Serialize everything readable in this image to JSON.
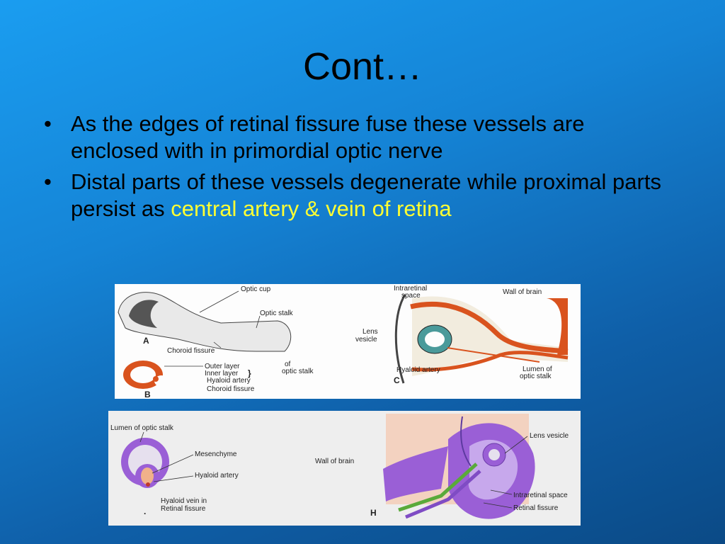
{
  "slide": {
    "title": "Cont…",
    "bullets": [
      {
        "text": "As the edges of retinal fissure fuse these vessels are enclosed with in primordial optic nerve"
      },
      {
        "text": "Distal parts of these vessels degenerate while proximal parts persist as ",
        "highlight": "central artery & vein of retina"
      }
    ],
    "colors": {
      "highlight": "#ffff33",
      "tissue_orange": "#d9531e",
      "tissue_purple": "#9a5fd6"
    }
  },
  "figure_top": {
    "panel_a": {
      "label": "A",
      "optic_cup": "Optic cup",
      "optic_stalk": "Optic stalk",
      "choroid_fissure": "Choroid fissure"
    },
    "panel_b": {
      "label": "B",
      "outer_layer": "Outer layer",
      "inner_layer": "Inner layer",
      "of": "of",
      "of_optic_stalk": "optic stalk",
      "hyaloid_artery": "Hyaloid artery",
      "choroid_fissure": "Choroid fissure"
    },
    "panel_c": {
      "label": "C",
      "intraretinal": "Intraretinal",
      "space": "space",
      "wall_of_brain": "Wall of brain",
      "lens": "Lens",
      "vesicle": "vesicle",
      "hyaloid_artery": "Hyaloid artery",
      "lumen_of": "Lumen of",
      "optic_stalk": "optic stalk"
    }
  },
  "figure_bottom": {
    "left": {
      "lumen_of_optic_stalk": "Lumen of optic stalk",
      "mesenchyme": "Mesenchyme",
      "hyaloid_artery": "Hyaloid artery",
      "hyaloid_vein_in": "Hyaloid vein in",
      "retinal_fissure": "Retinal fissure",
      "dot": "."
    },
    "right": {
      "wall_of_brain": "Wall of brain",
      "lens_vesicle": "Lens vesicle",
      "intraretinal_space": "Intraretinal space",
      "retinal_fissure": "Retinal fissure",
      "label": "H"
    }
  }
}
